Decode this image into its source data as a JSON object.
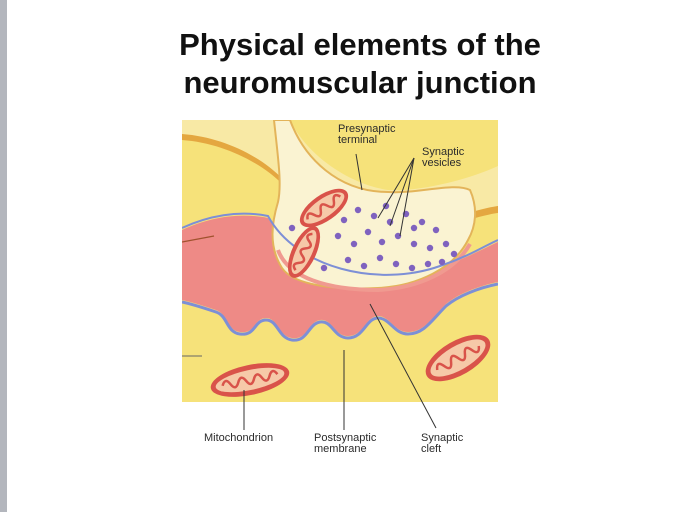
{
  "slide": {
    "title_line1": "Physical elements of the",
    "title_line2": "neuromuscular junction"
  },
  "labels": {
    "presynaptic_terminal": [
      "Presynaptic",
      "terminal"
    ],
    "synaptic_vesicles": [
      "Synaptic",
      "vesicles"
    ],
    "mitochondrion": "Mitochondrion",
    "postsynaptic_membrane": [
      "Postsynaptic",
      "membrane"
    ],
    "synaptic_cleft": [
      "Synaptic",
      "cleft"
    ]
  },
  "colors": {
    "muscle_fiber": "#f6e27a",
    "terminal": "#f8e9a5",
    "terminal_edge": "#e0a63c",
    "postsynaptic": "#ee8a86",
    "membrane_line": "#7d8fd6",
    "vesicle": "#7f62bf",
    "mitochondrion": "#d9534a"
  }
}
